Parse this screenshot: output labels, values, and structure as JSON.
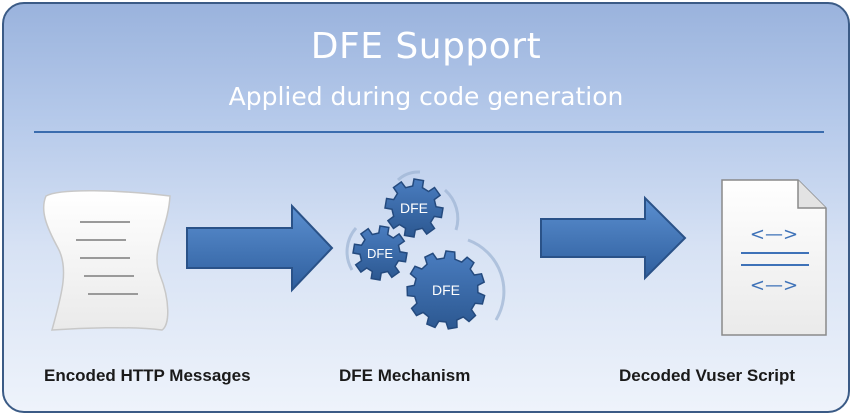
{
  "header": {
    "title": "DFE Support",
    "subtitle": "Applied during code generation"
  },
  "stages": [
    {
      "label": "Encoded HTTP Messages",
      "icon": "scroll-document-icon"
    },
    {
      "label": "DFE Mechanism",
      "icon": "gears-icon"
    },
    {
      "label": "Decoded Vuser Script",
      "icon": "code-document-icon"
    }
  ],
  "gears": {
    "labels": [
      "DFE",
      "DFE",
      "DFE"
    ]
  },
  "code_doc": {
    "tag_lines": [
      "<—>",
      "<—>"
    ]
  },
  "colors": {
    "panel_border": "#3b5b86",
    "arrow": "#3e72b8",
    "gear": "#3868a8",
    "text_title": "#ffffff"
  }
}
